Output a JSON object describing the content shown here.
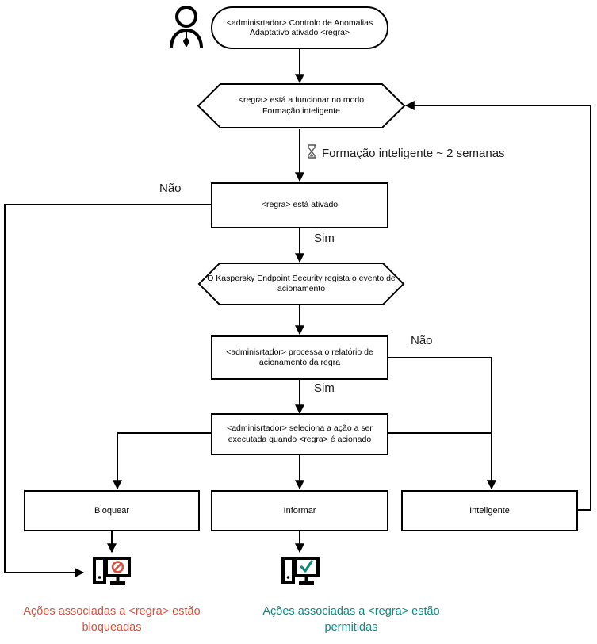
{
  "diagram": {
    "title": "Adaptive Anomaly Control rule workflow",
    "actor": {
      "name": "administrator-actor-icon"
    },
    "nodes": {
      "start": {
        "id": "start",
        "shape": "rounded",
        "text": "<adminisrtador> Controlo de Anomalias Adaptativo ativado <regra>"
      },
      "smart_training_mode": {
        "id": "smart-training-mode",
        "shape": "hexagon",
        "text": "<regra> está a funcionar no modo Formação inteligente"
      },
      "rule_enabled": {
        "id": "rule-enabled",
        "shape": "rectangle",
        "text": "<regra> está ativado"
      },
      "kes_logs_event": {
        "id": "kes-logs-event",
        "shape": "hexagon",
        "text": "O Kaspersky Endpoint Security regista o evento de acionamento"
      },
      "admin_processes_report": {
        "id": "admin-processes-report",
        "shape": "rectangle",
        "text": "<adminisrtador> processa o relatório de acionamento da regra"
      },
      "admin_selects_action": {
        "id": "admin-selects-action",
        "shape": "rectangle",
        "text": "<adminisrtador> seleciona a ação a ser executada quando <regra> é acionado"
      },
      "block": {
        "id": "block",
        "shape": "rectangle",
        "text": "Bloquear"
      },
      "inform": {
        "id": "inform",
        "shape": "rectangle",
        "text": "Informar"
      },
      "smart": {
        "id": "smart",
        "shape": "rectangle",
        "text": "Inteligente"
      }
    },
    "edge_labels": {
      "timer": "Formação inteligente ~ 2 semanas",
      "timer_icon": "hourglass-icon",
      "rule_enabled_no": "Não",
      "rule_enabled_yes": "Sim",
      "report_no": "Não",
      "report_yes": "Sim"
    },
    "outcomes": [
      {
        "id": "blocked",
        "icon": "monitor-blocked-icon",
        "caption": "Ações associadas a <regra> estão\nbloqueadas",
        "color": "#d9503f"
      },
      {
        "id": "allowed",
        "icon": "monitor-allowed-icon",
        "caption": "Ações associadas a <regra> estão\npermitidas",
        "color": "#0d8a7e"
      }
    ],
    "colors": {
      "stroke": "#000000",
      "blocked": "#d9503f",
      "allowed": "#0d8a7e",
      "background": "#ffffff"
    }
  }
}
